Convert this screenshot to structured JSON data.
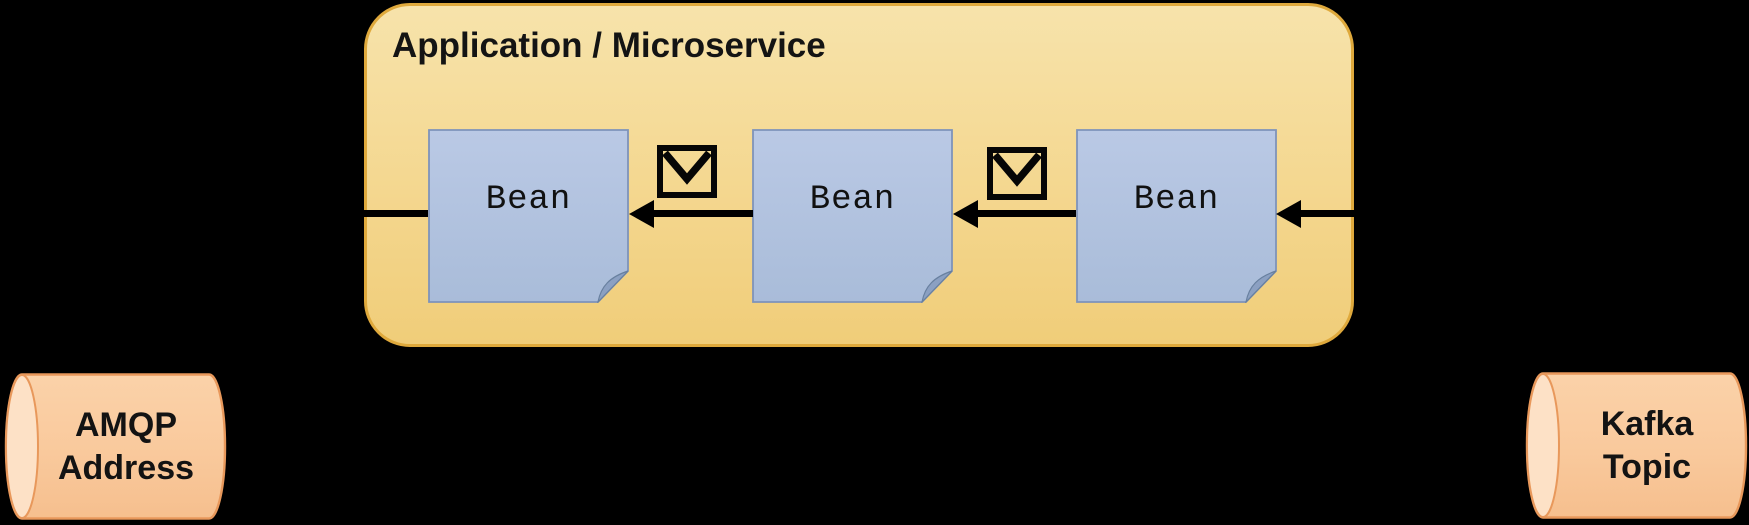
{
  "application": {
    "title": "Application / Microservice"
  },
  "beans": [
    {
      "label": "Bean"
    },
    {
      "label": "Bean"
    },
    {
      "label": "Bean"
    }
  ],
  "endpoints": [
    {
      "id": "amqp-address",
      "line1": "AMQP",
      "line2": "Address"
    },
    {
      "id": "kafka-topic",
      "line1": "Kafka",
      "line2": "Topic"
    }
  ],
  "icons": {
    "message": "envelope-icon"
  },
  "connections": [
    {
      "from": "kafka-topic",
      "to": "bean-3",
      "arrow": "left"
    },
    {
      "from": "bean-3",
      "to": "bean-2",
      "arrow": "left",
      "icon": "envelope-icon"
    },
    {
      "from": "bean-2",
      "to": "bean-1",
      "arrow": "left",
      "icon": "envelope-icon"
    },
    {
      "from": "bean-1",
      "to": "amqp-address",
      "arrow": "left"
    }
  ],
  "colors": {
    "background": "#000000",
    "app_box_fill_top": "#f7e3ab",
    "app_box_fill_bottom": "#f0cd79",
    "app_box_border": "#dfa93c",
    "bean_fill_top": "#bac9e5",
    "bean_fill_bottom": "#a9bcd9",
    "bean_border": "#7e93ba",
    "bean_fold": "#8ba0c2",
    "cylinder_fill": "#f9c99c",
    "cylinder_cap": "#fde1c6",
    "cylinder_border": "#e8985b",
    "arrow": "#000000"
  }
}
